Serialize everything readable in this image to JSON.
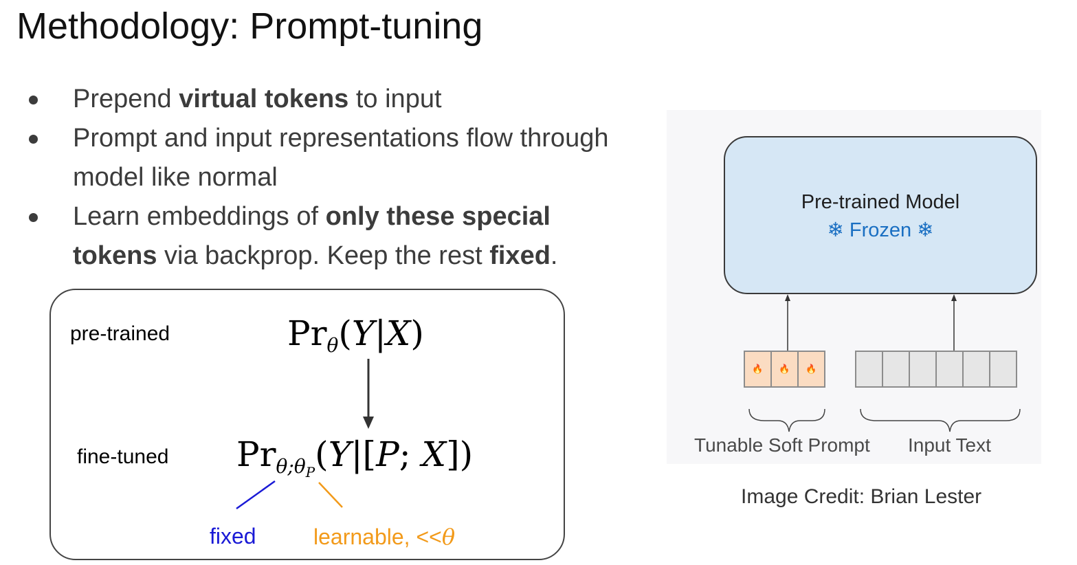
{
  "slide": {
    "title": "Methodology: Prompt-tuning",
    "bullets": [
      {
        "parts": [
          {
            "text": "Prepend ",
            "bold": false
          },
          {
            "text": "virtual tokens",
            "bold": true
          },
          {
            "text": " to input",
            "bold": false
          }
        ]
      },
      {
        "parts": [
          {
            "text": "Prompt and input representations flow through model like normal",
            "bold": false
          }
        ]
      },
      {
        "parts": [
          {
            "text": "Learn embeddings of ",
            "bold": false
          },
          {
            "text": "only these special tokens",
            "bold": true
          },
          {
            "text": " via backprop. Keep the rest ",
            "bold": false
          },
          {
            "text": "fixed",
            "bold": true
          },
          {
            "text": ".",
            "bold": false
          }
        ]
      }
    ]
  },
  "formula_box": {
    "pretrained_label": "pre-trained",
    "finetuned_label": "fine-tuned",
    "pretrained_expr": "Pr_θ(Y|X)",
    "finetuned_expr": "Pr_θ;θ_P(Y|[P;X])",
    "fixed_label": "fixed",
    "learnable_label": "learnable, <<",
    "learnable_symbol": "θ",
    "colors": {
      "fixed": "#1a1ad6",
      "learnable": "#f29a1a"
    }
  },
  "figure": {
    "model_title": "Pre-trained Model",
    "model_subtitle": "❄ Frozen ❄",
    "soft_prompt_tokens": [
      "🔥",
      "🔥",
      "🔥"
    ],
    "input_token_count": 6,
    "soft_prompt_label": "Tunable Soft Prompt",
    "input_label": "Input Text",
    "colors": {
      "model_fill": "#d6e7f5",
      "soft_prompt_fill": "#fbdcc2",
      "input_fill": "#e6e6e6",
      "frozen_text": "#1a6fc2"
    }
  },
  "credit": "Image Credit: Brian Lester"
}
